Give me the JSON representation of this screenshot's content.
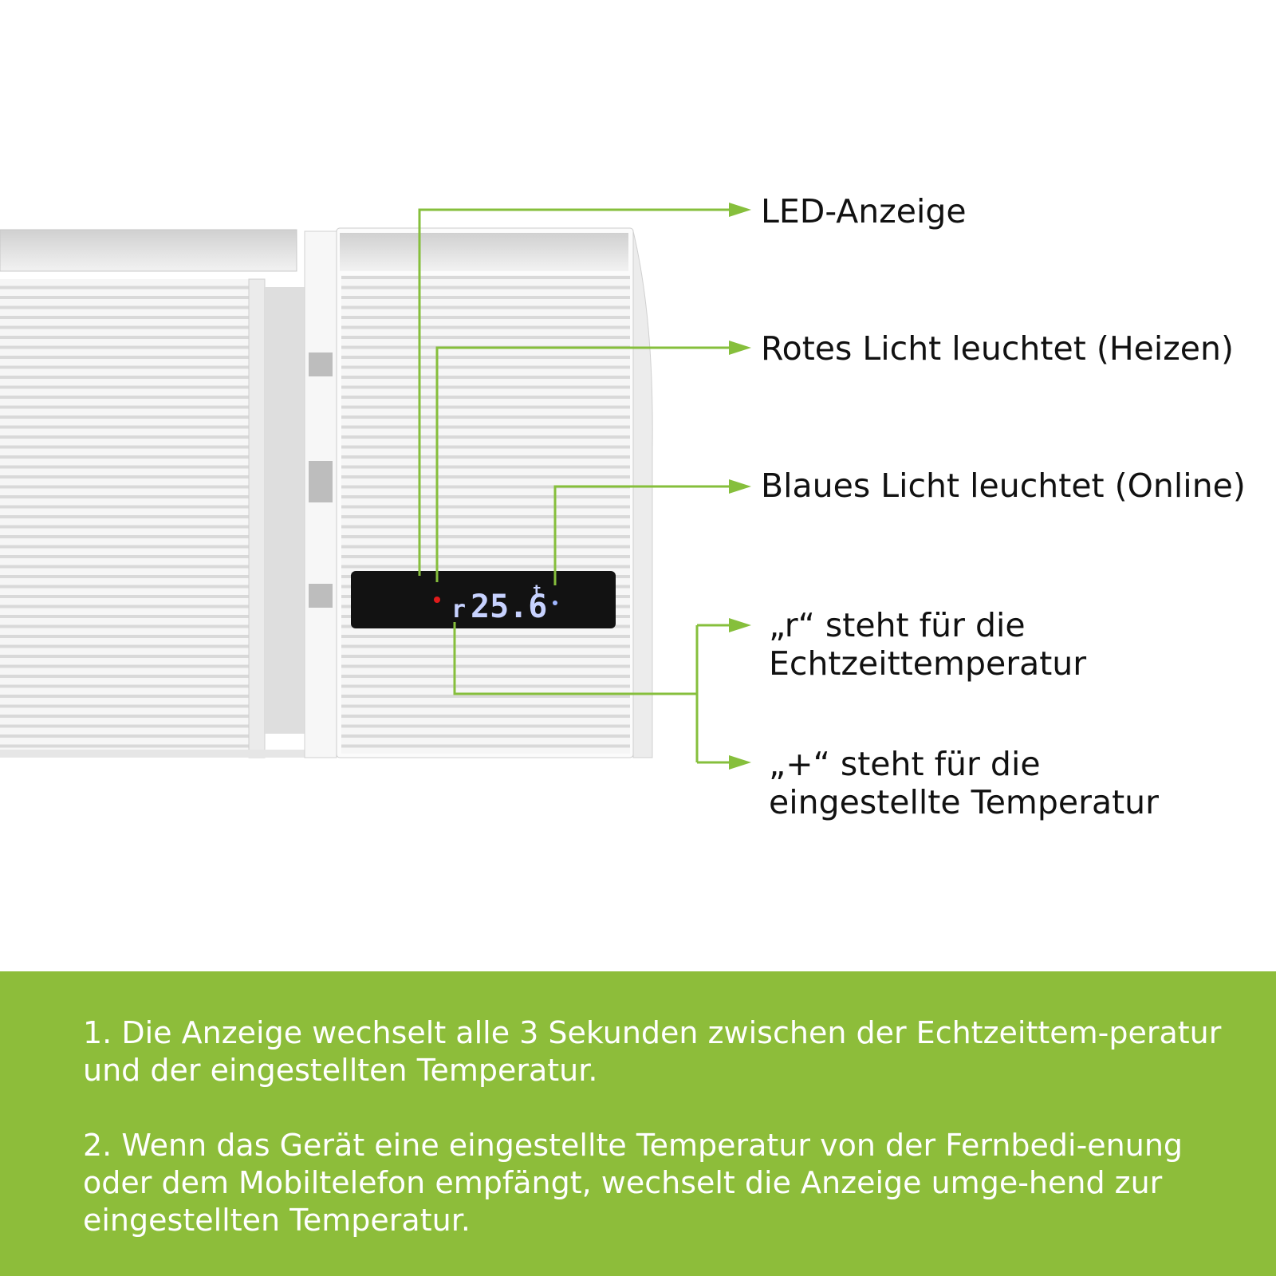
{
  "colors": {
    "accent_green": "#8dbd3a",
    "callout_line": "#86bf3c",
    "display_bg": "#121212",
    "digit_color": "#c7d2ff",
    "red_led": "#e01b1b",
    "blue_led": "#9fb6ff"
  },
  "display": {
    "prefix": "r",
    "value": "25.6",
    "unit": "t"
  },
  "callouts": [
    {
      "text": "LED-Anzeige"
    },
    {
      "text": "Rotes Licht leuchtet (Heizen)"
    },
    {
      "text": "Blaues Licht leuchtet (Online)"
    },
    {
      "line1": "„r“ steht für die",
      "line2": "Echtzeittemperatur"
    },
    {
      "line1": "„+“ steht für die",
      "line2": "eingestellte Temperatur"
    }
  ],
  "notes": [
    "1. Die Anzeige wechselt alle 3 Sekunden zwischen der Echtzeittem-peratur und der eingestellten Temperatur.",
    "2. Wenn das Gerät eine eingestellte Temperatur von der Fernbedi-enung oder dem Mobiltelefon empfängt, wechselt die Anzeige umge-hend zur eingestellten Temperatur."
  ]
}
